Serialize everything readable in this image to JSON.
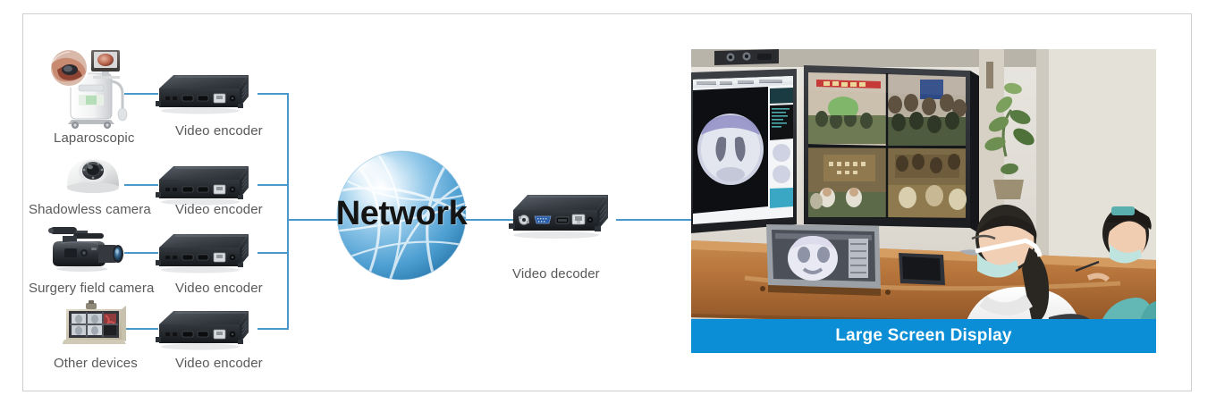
{
  "diagram": {
    "title": "Medical video over IP distribution diagram",
    "line_color": "#4a97c9",
    "frame_border_color": "#cfcfcf",
    "label_color": "#595959",
    "background": "#ffffff"
  },
  "sources": [
    {
      "id": "laparoscopic",
      "label": "Laparoscopic",
      "icon": "laparoscopic-tower-icon"
    },
    {
      "id": "shadowless",
      "label": "Shadowless camera",
      "icon": "dome-camera-icon"
    },
    {
      "id": "surgery-field",
      "label": "Surgery field camera",
      "icon": "camcorder-icon"
    },
    {
      "id": "other-devices",
      "label": "Other devices",
      "icon": "xray-viewer-icon"
    }
  ],
  "encoders": [
    {
      "id": "encoder-1",
      "label": "Video encoder"
    },
    {
      "id": "encoder-2",
      "label": "Video encoder"
    },
    {
      "id": "encoder-3",
      "label": "Video encoder"
    },
    {
      "id": "encoder-4",
      "label": "Video encoder"
    }
  ],
  "network": {
    "label": "Network",
    "icon": "globe-icon",
    "color_light": "#bfe0f2",
    "color_mid": "#5aa9d8",
    "color_dark": "#2d7fb5"
  },
  "decoder": {
    "id": "decoder-1",
    "label": "Video decoder",
    "ports": [
      "BNC",
      "VGA",
      "HDMI",
      "RJ45",
      "Power"
    ]
  },
  "display": {
    "banner_label": "Large Screen Display",
    "banner_color": "#0b8ed6",
    "caption": "Conference room with large wall screens showing medical imaging and multi-window video"
  }
}
